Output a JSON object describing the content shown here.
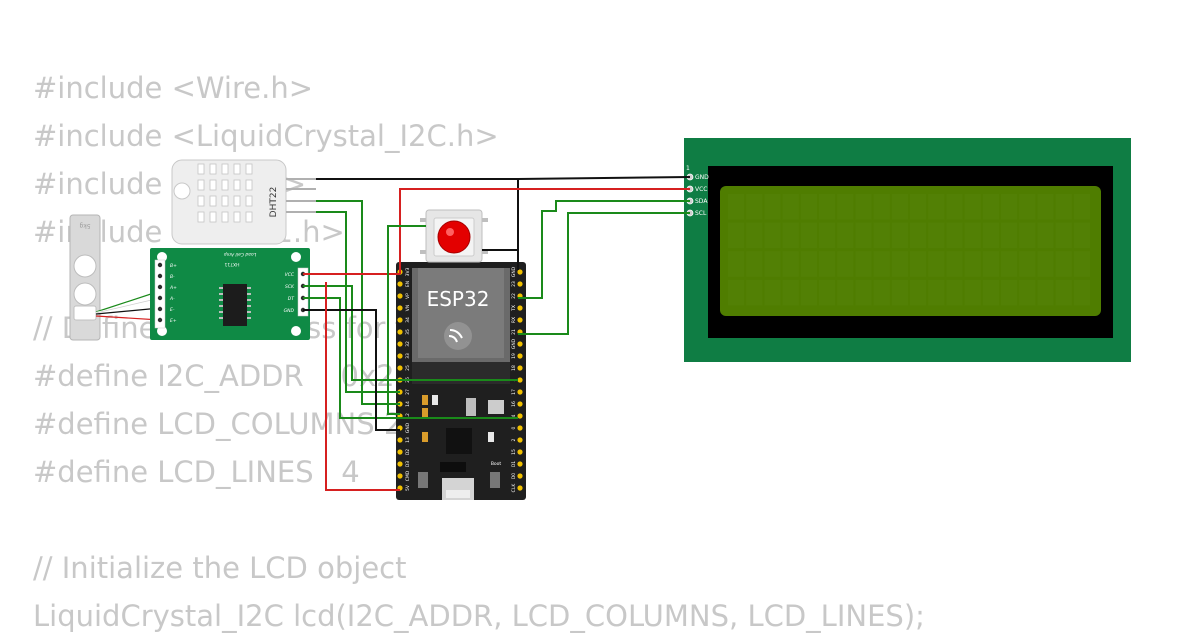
{
  "code": {
    "lines": [
      "#include <Wire.h>",
      "#include <LiquidCrystal_I2C.h>",
      "#include <DHT.h>",
      "#include <HX711.h>",
      "",
      "// Define the address for the LCD",
      "#define I2C_ADDR    0x27",
      "#define LCD_COLUMNS 20",
      "#define LCD_LINES   4",
      "",
      "// Initialize the LCD object",
      "LiquidCrystal_I2C lcd(I2C_ADDR, LCD_COLUMNS, LCD_LINES);"
    ]
  },
  "dht22": {
    "label": "DHT22"
  },
  "hx711": {
    "title": "Load Cell Amp",
    "chip": "HX711",
    "left_pins": [
      "B+",
      "B-",
      "A+",
      "A-",
      "E-",
      "E+"
    ],
    "right_pins": [
      "VCC",
      "SCK",
      "DT",
      "GND"
    ]
  },
  "load_cell": {
    "label": "5kg"
  },
  "esp32": {
    "label": "ESP32",
    "boot_label": "Boot",
    "left_pins": [
      "3V3",
      "EN",
      "VP",
      "VN",
      "34",
      "35",
      "32",
      "33",
      "25",
      "26",
      "27",
      "14",
      "12",
      "GND",
      "13",
      "D2",
      "D3",
      "CMD",
      "5V"
    ],
    "right_pins": [
      "GND",
      "23",
      "22",
      "TX",
      "RX",
      "21",
      "GND",
      "19",
      "18",
      "5",
      "17",
      "16",
      "4",
      "0",
      "2",
      "15",
      "D1",
      "D0",
      "CLK"
    ]
  },
  "lcd": {
    "marker": "1",
    "pins": [
      "GND",
      "VCC",
      "SDA",
      "SCL"
    ],
    "columns": 20,
    "rows": 4
  },
  "colors": {
    "board_green": "#0f8a45",
    "lcd_screen": "#4f7d00",
    "wire_red": "#d62020",
    "wire_green": "#1a8a1a",
    "wire_black": "#111111",
    "code_text": "#c8c8c8"
  }
}
